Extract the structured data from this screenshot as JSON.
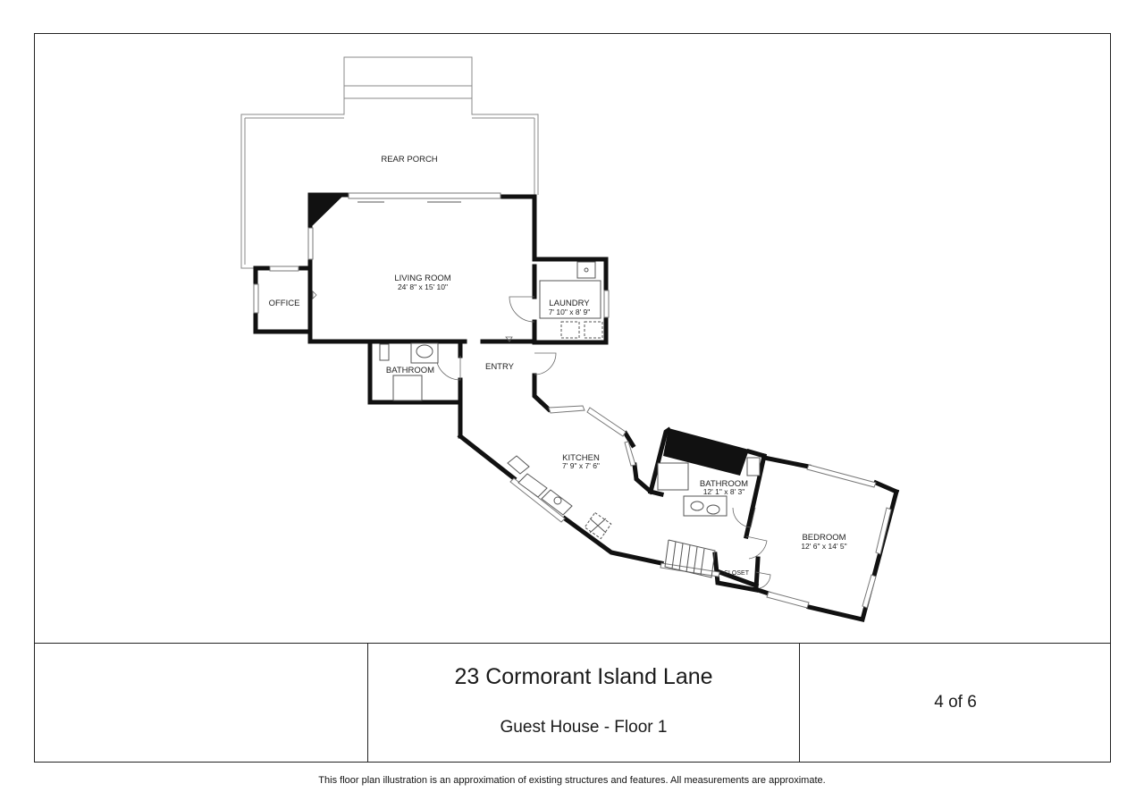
{
  "rooms": {
    "rear_porch": {
      "name": "REAR PORCH"
    },
    "living_room": {
      "name": "LIVING ROOM",
      "dims": "24' 8\" x 15' 10\""
    },
    "office": {
      "name": "OFFICE"
    },
    "laundry": {
      "name": "LAUNDRY",
      "dims": "7' 10\" x 8' 9\""
    },
    "bathroom_1": {
      "name": "BATHROOM"
    },
    "entry": {
      "name": "ENTRY"
    },
    "kitchen": {
      "name": "KITCHEN",
      "dims": "7' 9\" x 7' 6\""
    },
    "bathroom_2": {
      "name": "BATHROOM",
      "dims": "12' 1\" x 8' 3\""
    },
    "bedroom": {
      "name": "BEDROOM",
      "dims": "12' 6\" x 14' 5\""
    },
    "closet": {
      "name": "CLOSET"
    }
  },
  "title_block": {
    "address": "23 Cormorant Island Lane",
    "subtitle": "Guest House - Floor 1",
    "page": "4 of 6"
  },
  "disclaimer": "This floor plan illustration is an approximation of existing structures and features. All measurements are approximate.",
  "colors": {
    "wall": "#111111",
    "line": "#555555",
    "background": "#ffffff"
  }
}
